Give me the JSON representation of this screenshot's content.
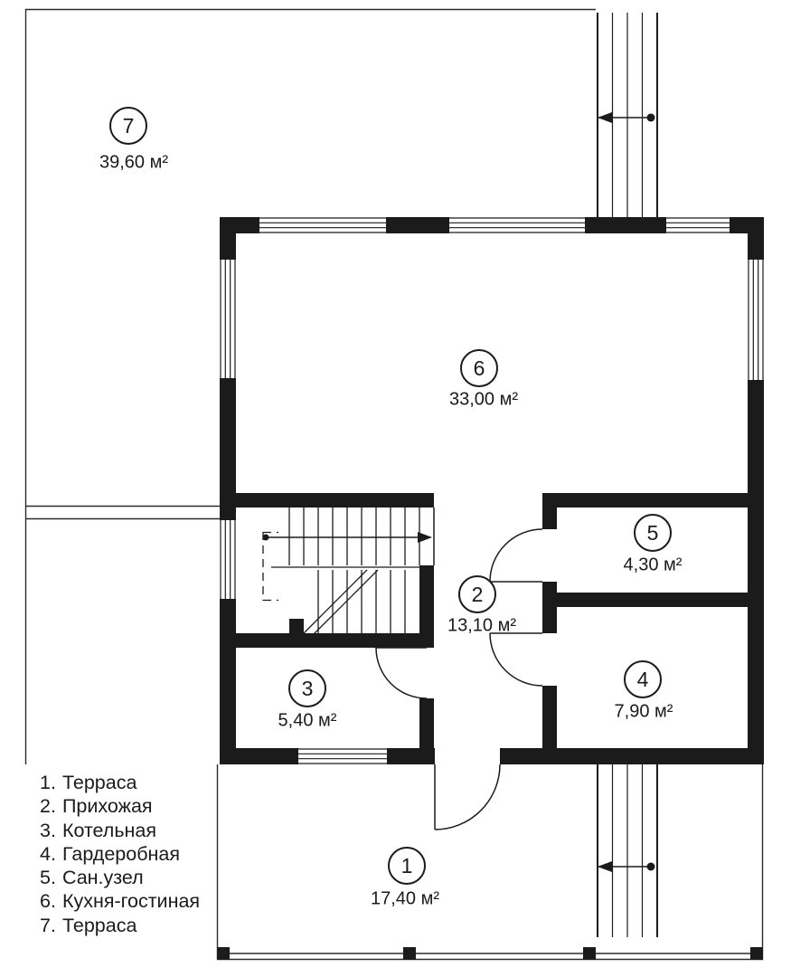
{
  "colors": {
    "ink": "#1b1b1b",
    "background": "#ffffff"
  },
  "rooms": [
    {
      "number": "1",
      "area": "17,40 м²"
    },
    {
      "number": "2",
      "area": "13,10 м²"
    },
    {
      "number": "3",
      "area": "5,40 м²"
    },
    {
      "number": "4",
      "area": "7,90 м²"
    },
    {
      "number": "5",
      "area": "4,30 м²"
    },
    {
      "number": "6",
      "area": "33,00 м²"
    },
    {
      "number": "7",
      "area": "39,60 м²"
    }
  ],
  "legend": {
    "items": [
      {
        "num": "1.",
        "label": "Терраса"
      },
      {
        "num": "2.",
        "label": "Прихожая"
      },
      {
        "num": "3.",
        "label": "Котельная"
      },
      {
        "num": "4.",
        "label": "Гардеробная"
      },
      {
        "num": "5.",
        "label": "Сан.узел"
      },
      {
        "num": "6.",
        "label": "Кухня-гостиная"
      },
      {
        "num": "7.",
        "label": "Терраса"
      }
    ]
  }
}
